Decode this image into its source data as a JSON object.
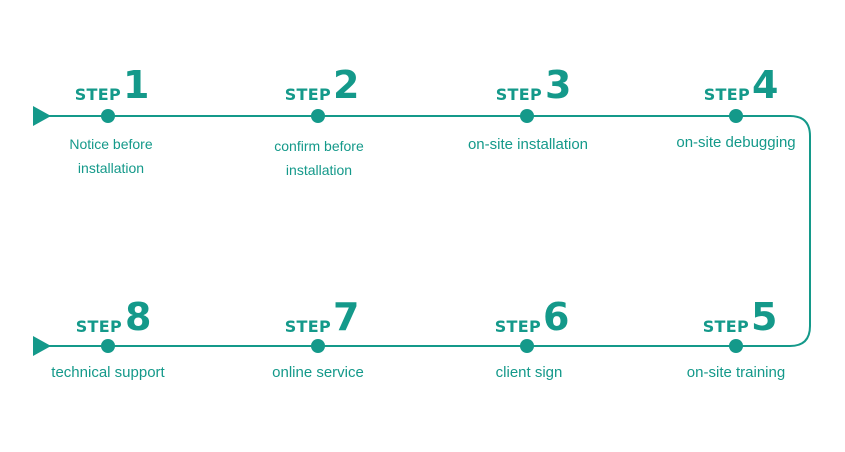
{
  "accent_color": "#14998a",
  "step_word": "STEP",
  "steps": [
    {
      "number": "1",
      "label": "Notice before installation"
    },
    {
      "number": "2",
      "label": "confirm before installation"
    },
    {
      "number": "3",
      "label": "on-site installation"
    },
    {
      "number": "4",
      "label": "on-site debugging"
    },
    {
      "number": "5",
      "label": "on-site training"
    },
    {
      "number": "6",
      "label": "client sign"
    },
    {
      "number": "7",
      "label": "online service"
    },
    {
      "number": "8",
      "label": "technical support"
    }
  ],
  "icons": [
    "arrow-head-icon",
    "arrow-head-icon"
  ]
}
